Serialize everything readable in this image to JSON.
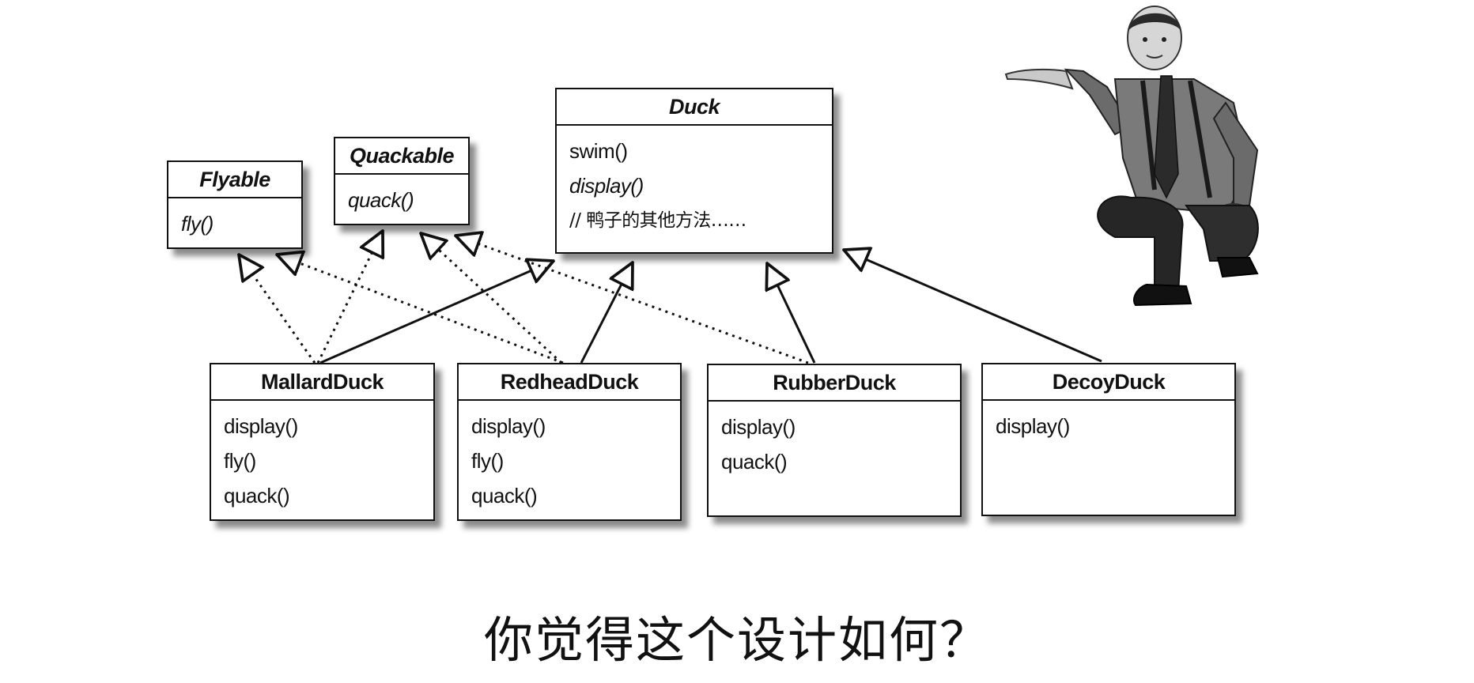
{
  "classes": {
    "duck": {
      "name": "Duck",
      "ops": [
        "swim()",
        "display()",
        "// 鸭子的其他方法……"
      ]
    },
    "flyable": {
      "name": "Flyable",
      "ops": [
        "fly()"
      ]
    },
    "quackable": {
      "name": "Quackable",
      "ops": [
        "quack()"
      ]
    },
    "mallard": {
      "name": "MallardDuck",
      "ops": [
        "display()",
        "fly()",
        "quack()"
      ]
    },
    "redhead": {
      "name": "RedheadDuck",
      "ops": [
        "display()",
        "fly()",
        "quack()"
      ]
    },
    "rubber": {
      "name": "RubberDuck",
      "ops": [
        "display()",
        "quack()"
      ]
    },
    "decoy": {
      "name": "DecoyDuck",
      "ops": [
        "display()"
      ]
    }
  },
  "caption": "你觉得这个设计如何？",
  "colors": {
    "line": "#111111",
    "shadow": "#555555",
    "background": "#ffffff"
  },
  "icons": {
    "presenter": "presenter-figure-icon"
  }
}
